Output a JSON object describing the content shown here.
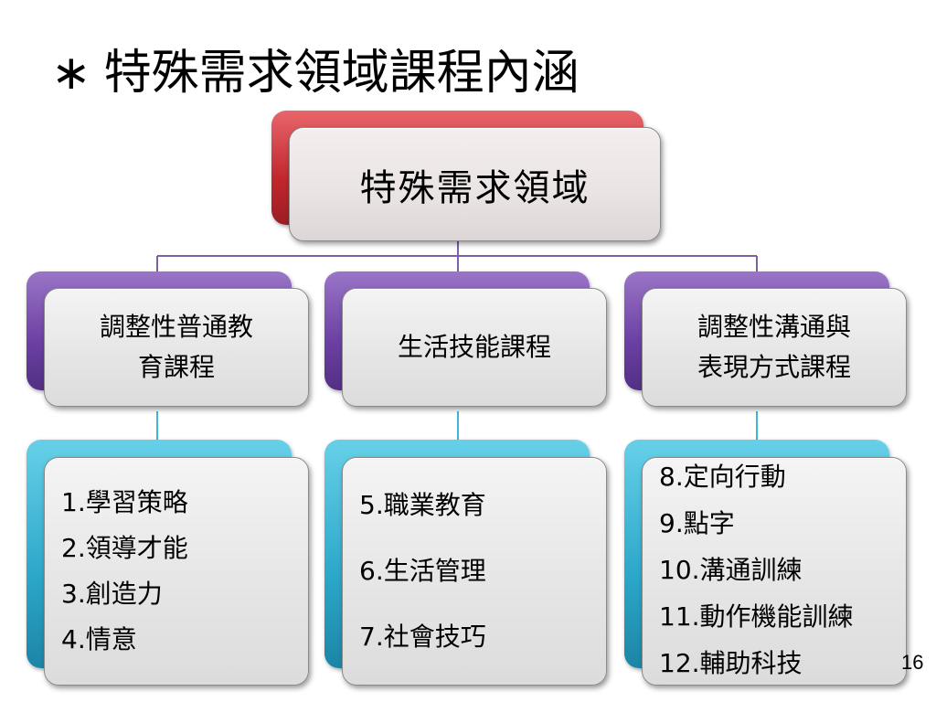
{
  "title": {
    "bullet": "∗",
    "text": "特殊需求領域課程內涵"
  },
  "colors": {
    "root": "#c0272d",
    "mid": "#6b3fa3",
    "leaf": "#2ba7c9",
    "connector": "#7d5fa8"
  },
  "root": {
    "label": "特殊需求領域"
  },
  "columns": [
    {
      "heading": [
        "調整性普通教",
        "育課程"
      ],
      "items": [
        "1.學習策略",
        "2.領導才能",
        "3.創造力",
        "4.情意"
      ]
    },
    {
      "heading": [
        "生活技能課程"
      ],
      "items": [
        "5.職業教育",
        "6.生活管理",
        "7.社會技巧"
      ]
    },
    {
      "heading": [
        "調整性溝通與",
        "表現方式課程"
      ],
      "items": [
        "8.定向行動",
        "9.點字",
        "10.溝通訓練",
        "11.動作機能訓練",
        "12.輔助科技"
      ]
    }
  ],
  "page_number": "16"
}
